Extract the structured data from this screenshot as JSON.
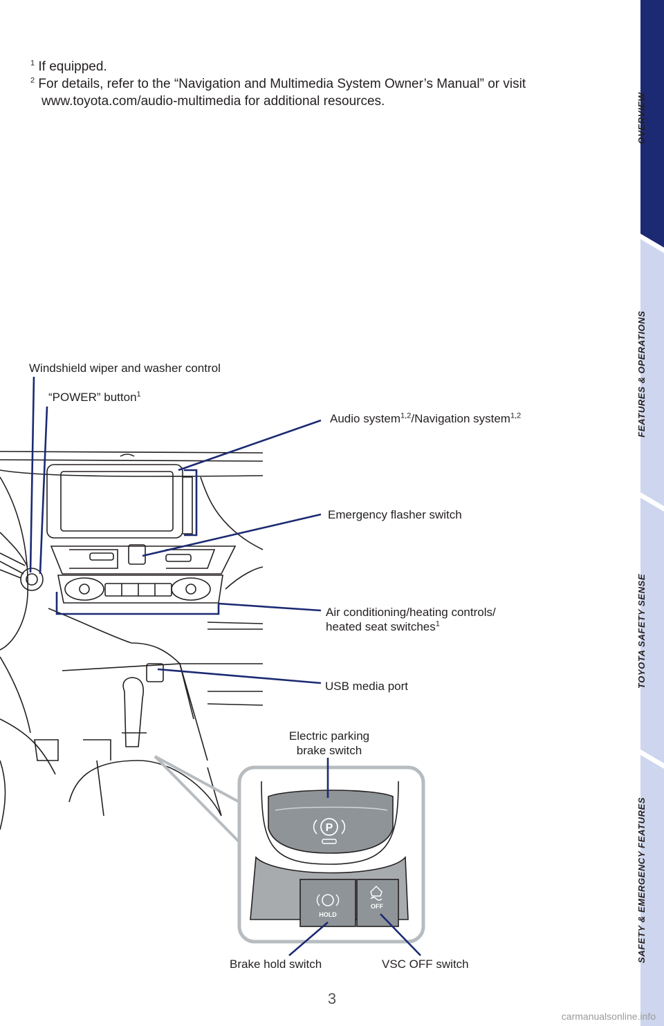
{
  "footnotes": {
    "fn1": {
      "marker": "1",
      "text": "If equipped."
    },
    "fn2": {
      "marker": "2",
      "line1": "For details, refer to the “Navigation and Multimedia System Owner’s Manual” or visit",
      "line2": "www.toyota.com/audio-multimedia for additional resources."
    }
  },
  "callouts": {
    "wiper": "Windshield wiper and washer control",
    "power": {
      "text": "“POWER” button",
      "sup": "1"
    },
    "audio": {
      "a": "Audio system",
      "sup1": "1,2",
      "b": "/Navigation system",
      "sup2": "1,2"
    },
    "flasher": "Emergency flasher switch",
    "ac": {
      "line1": "Air conditioning/heating controls/",
      "line2": "heated seat switches",
      "sup": "1"
    },
    "usb": "USB media port",
    "epb": {
      "line1": "Electric parking",
      "line2": "brake switch"
    },
    "brake_hold": "Brake hold switch",
    "vsc_off": "VSC OFF switch"
  },
  "switch_icons": {
    "park": "P",
    "hold": "HOLD",
    "off": "OFF"
  },
  "tabs": [
    "OVERVIEW",
    "FEATURES & OPERATIONS",
    "TOYOTA SAFETY SENSE",
    "SAFETY & EMERGENCY FEATURES"
  ],
  "page_number": "3",
  "watermark": "carmanualsonline.info",
  "colors": {
    "accent": "#1b2a72",
    "tab_active": "#1b2a72",
    "tab_inactive": "#cdd6ee",
    "callout_line": "#1b2a72",
    "inset_border": "#b7bcc0"
  }
}
